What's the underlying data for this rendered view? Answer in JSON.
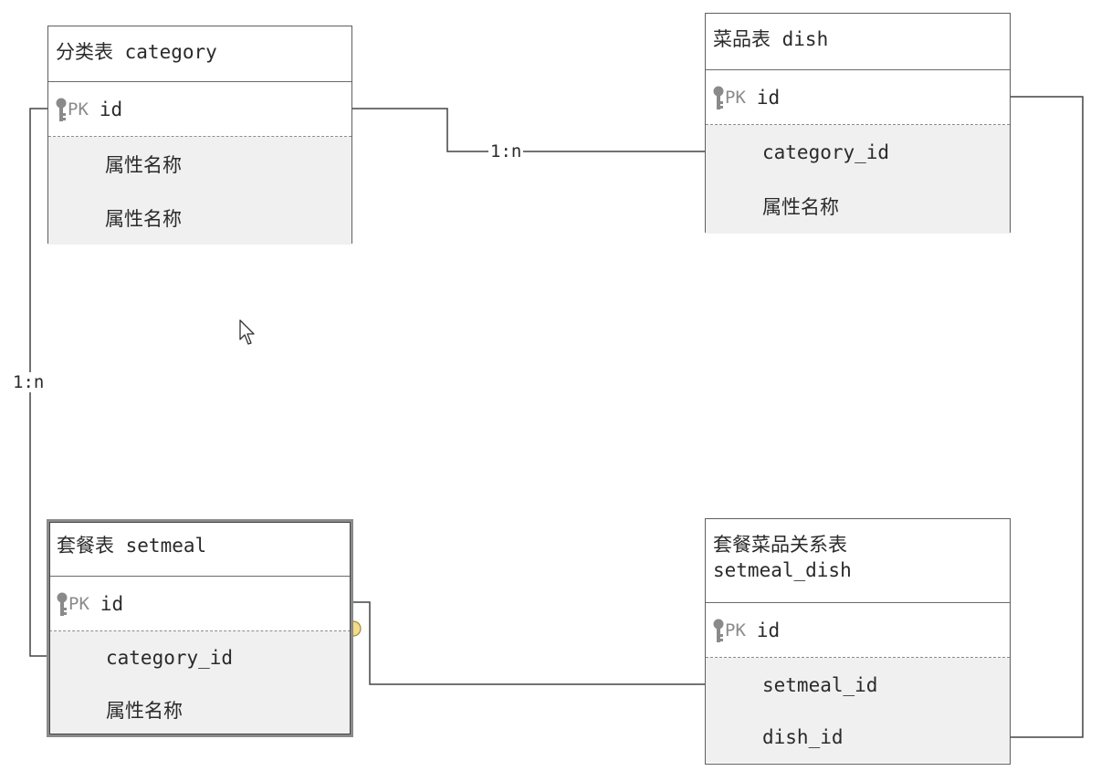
{
  "entities": {
    "category": {
      "title": "分类表 category",
      "pk_tag": "PK",
      "pk_field": "id",
      "attrs": [
        "属性名称",
        "属性名称"
      ]
    },
    "dish": {
      "title": "菜品表 dish",
      "pk_tag": "PK",
      "pk_field": "id",
      "attrs": [
        "category_id",
        "属性名称"
      ]
    },
    "setmeal": {
      "title": "套餐表 setmeal",
      "pk_tag": "PK",
      "pk_field": "id",
      "attrs": [
        "category_id",
        "属性名称"
      ]
    },
    "setmeal_dish": {
      "title": "套餐菜品关系表",
      "title_line2": "setmeal_dish",
      "pk_tag": "PK",
      "pk_field": "id",
      "attrs": [
        "setmeal_id",
        "dish_id"
      ]
    }
  },
  "relations": {
    "category_dish": "1:n",
    "category_setmeal": "1:n"
  },
  "colors": {
    "border": "#5e5e5e",
    "attr_bg": "#f0f0f0",
    "key_icon": "#8a8a8a",
    "connector_handle": "#f3dc8a"
  }
}
